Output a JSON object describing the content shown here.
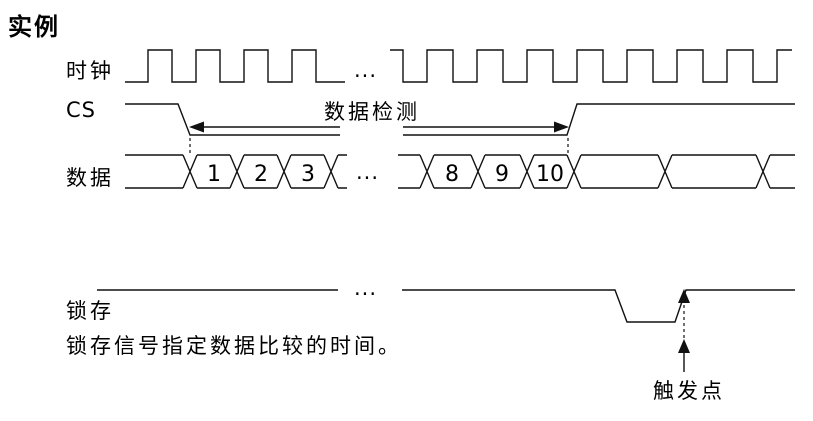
{
  "title": "实例",
  "caption": "锁存信号指定数据比较的时间。",
  "colors": {
    "line": "#111111",
    "text": "#000000",
    "background": "#ffffff"
  },
  "signals": {
    "clock": {
      "label": "时钟"
    },
    "cs": {
      "label": "CS"
    },
    "data": {
      "label": "数据",
      "cells_left": [
        "1",
        "2",
        "3"
      ],
      "cells_right": [
        "8",
        "9",
        "10"
      ]
    },
    "latch": {
      "label": "锁存"
    }
  },
  "annotations": {
    "detect_label": "数据检测",
    "trigger_label": "触发点",
    "ellipsis": "..."
  }
}
